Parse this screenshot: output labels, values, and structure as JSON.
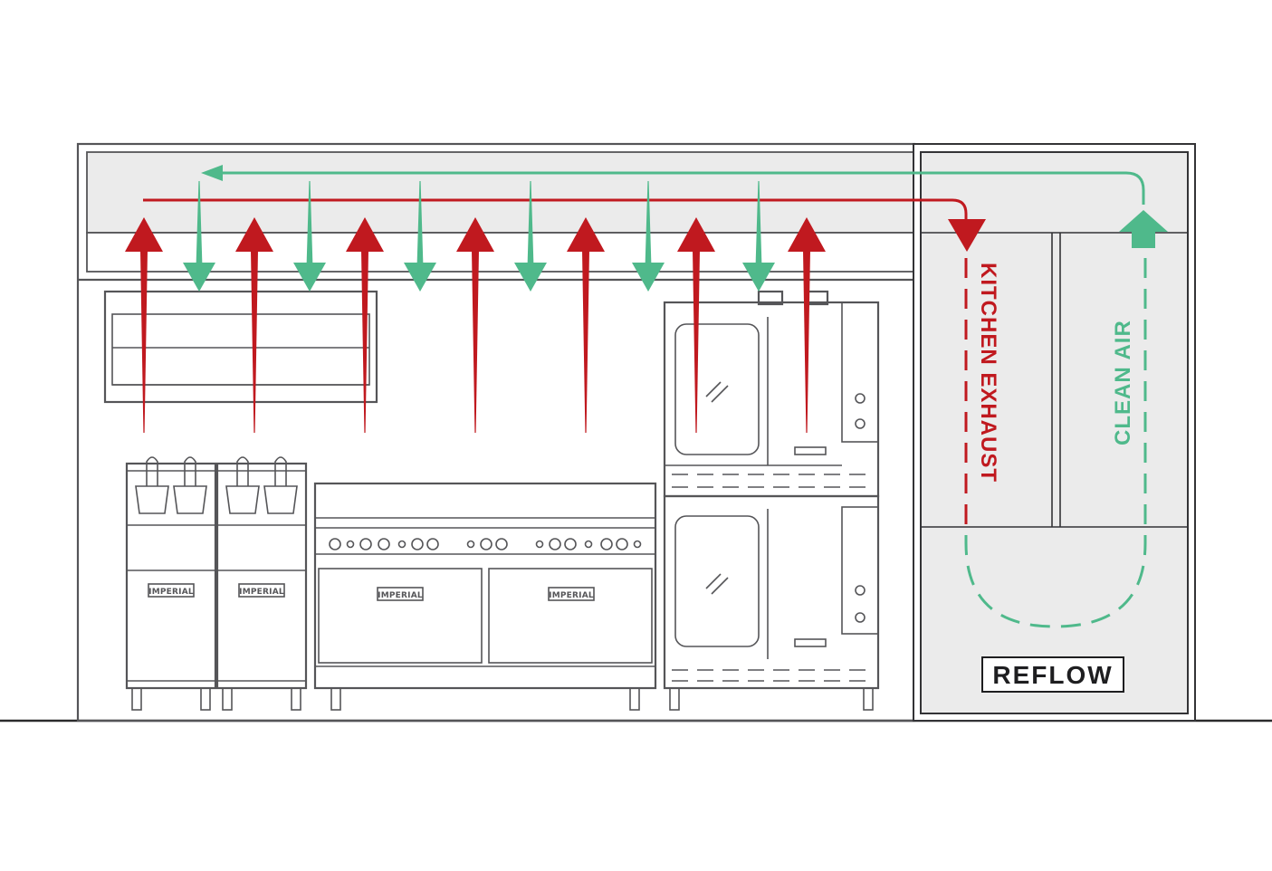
{
  "labels": {
    "kitchen_exhaust": "KITCHEN EXHAUST",
    "clean_air": "CLEAN AIR",
    "unit_logo": "REFLOW",
    "equipment_brand": "IMPERIAL"
  },
  "colors": {
    "exhaust": "#c0191f",
    "clean_air": "#4fb98b",
    "outline": "#555558",
    "panel_fill": "#ebebeb"
  },
  "icons": {
    "exhaust_arrow": "arrow-up-icon",
    "clean_air_arrow": "arrow-down-icon"
  }
}
